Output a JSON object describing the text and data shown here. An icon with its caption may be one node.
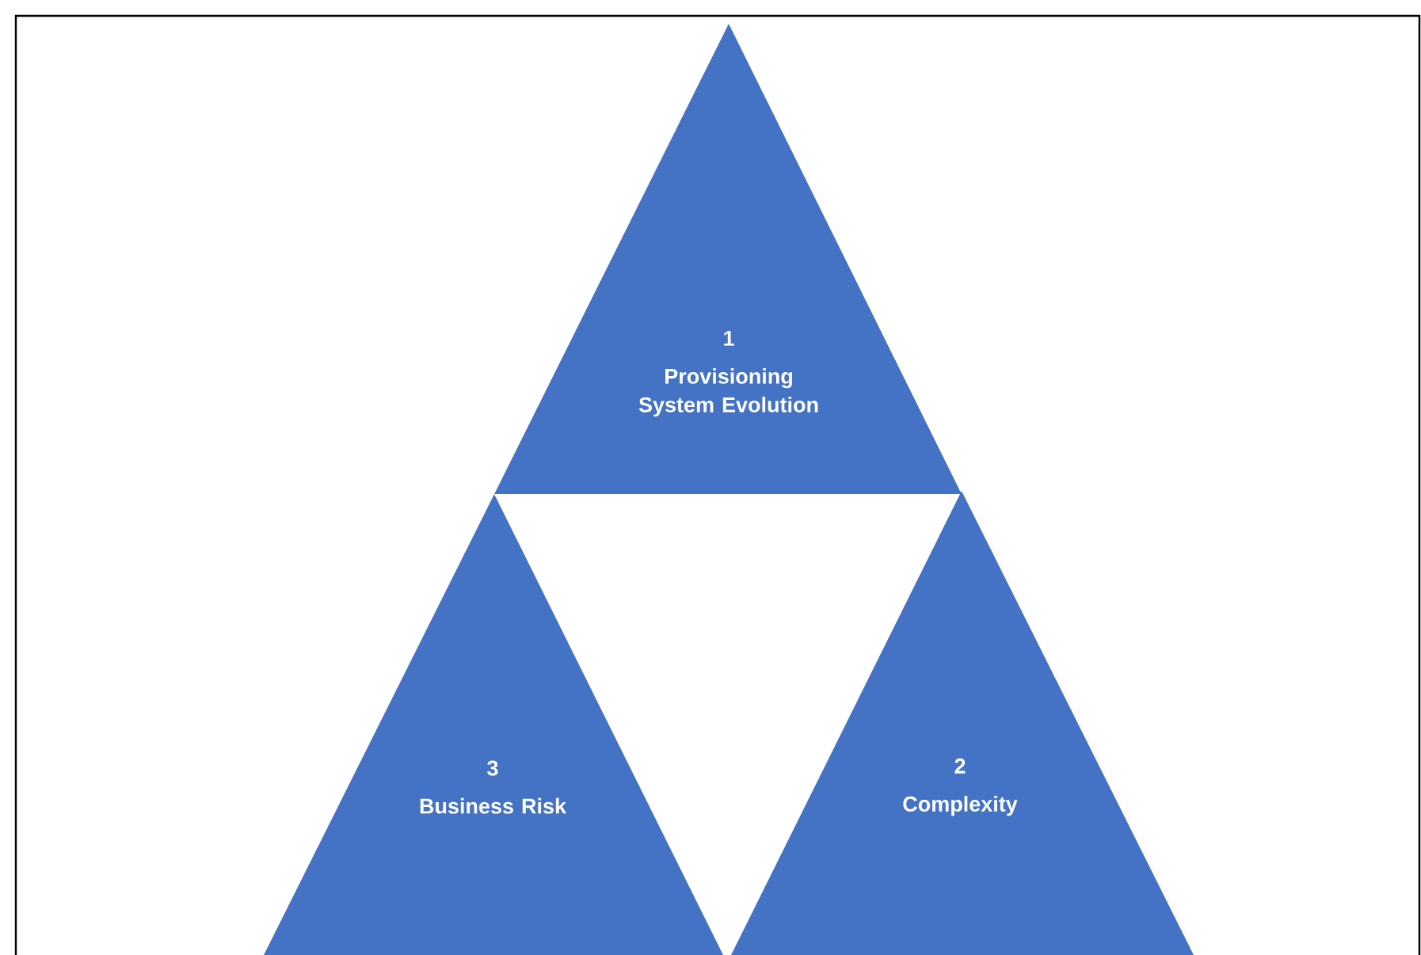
{
  "diagram": {
    "nodes": [
      {
        "text": [
          "1",
          "Provisioning System Evolution"
        ]
      },
      {
        "text": [
          "3",
          "Business Risk"
        ]
      },
      {
        "text": [
          "2",
          "Complexity"
        ]
      }
    ]
  }
}
